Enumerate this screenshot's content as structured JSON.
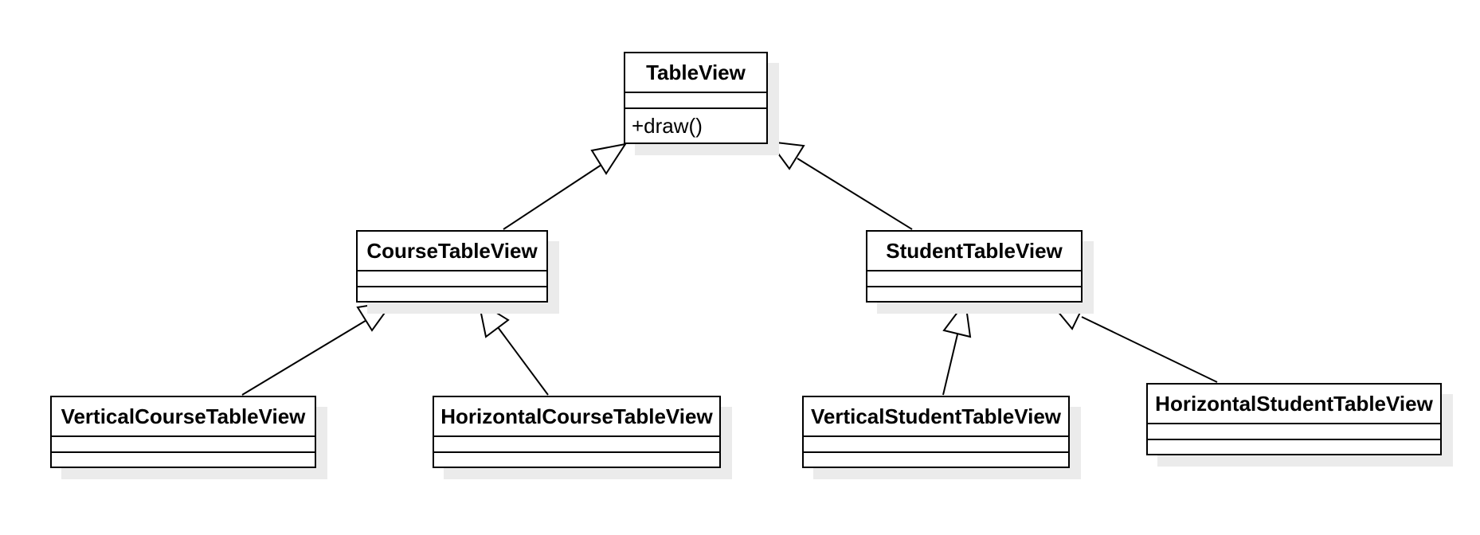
{
  "diagram": {
    "classes": {
      "table_view": {
        "name": "TableView",
        "operations": [
          "+draw()"
        ]
      },
      "course_table_view": {
        "name": "CourseTableView",
        "operations": []
      },
      "student_table_view": {
        "name": "StudentTableView",
        "operations": []
      },
      "vertical_course_table_view": {
        "name": "VerticalCourseTableView",
        "operations": []
      },
      "horizontal_course_table_view": {
        "name": "HorizontalCourseTableView",
        "operations": []
      },
      "vertical_student_table_view": {
        "name": "VerticalStudentTableView",
        "operations": []
      },
      "horizontal_student_table_view": {
        "name": "HorizontalStudentTableView",
        "operations": []
      }
    },
    "relationships": [
      {
        "type": "generalization",
        "from": "CourseTableView",
        "to": "TableView"
      },
      {
        "type": "generalization",
        "from": "StudentTableView",
        "to": "TableView"
      },
      {
        "type": "generalization",
        "from": "VerticalCourseTableView",
        "to": "CourseTableView"
      },
      {
        "type": "generalization",
        "from": "HorizontalCourseTableView",
        "to": "CourseTableView"
      },
      {
        "type": "generalization",
        "from": "VerticalStudentTableView",
        "to": "StudentTableView"
      },
      {
        "type": "generalization",
        "from": "HorizontalStudentTableView",
        "to": "StudentTableView"
      }
    ]
  }
}
